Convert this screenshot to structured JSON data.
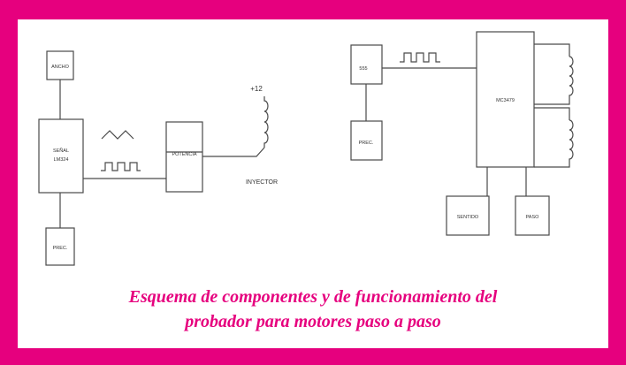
{
  "left_circuit": {
    "ancho_label": "ANCHO",
    "senal_line1": "SEÑAL",
    "senal_line2": "LM324",
    "prec_label": "PREC.",
    "potencia_label": "POTENCIA",
    "supply_label": "+12",
    "injector_label": "INYECTOR"
  },
  "right_circuit": {
    "timer_label": "555",
    "prec_label": "PREC.",
    "driver_label": "MC3479",
    "sentido_label": "SENTIDO",
    "paso_label": "PASO"
  },
  "caption": {
    "line1": "Esquema de componentes y de  funcionamiento del",
    "line2": "probador para motores paso a paso"
  },
  "colors": {
    "border": "#e6007e",
    "caption": "#e6007e",
    "diagram_lines": "#4a4a4a"
  }
}
